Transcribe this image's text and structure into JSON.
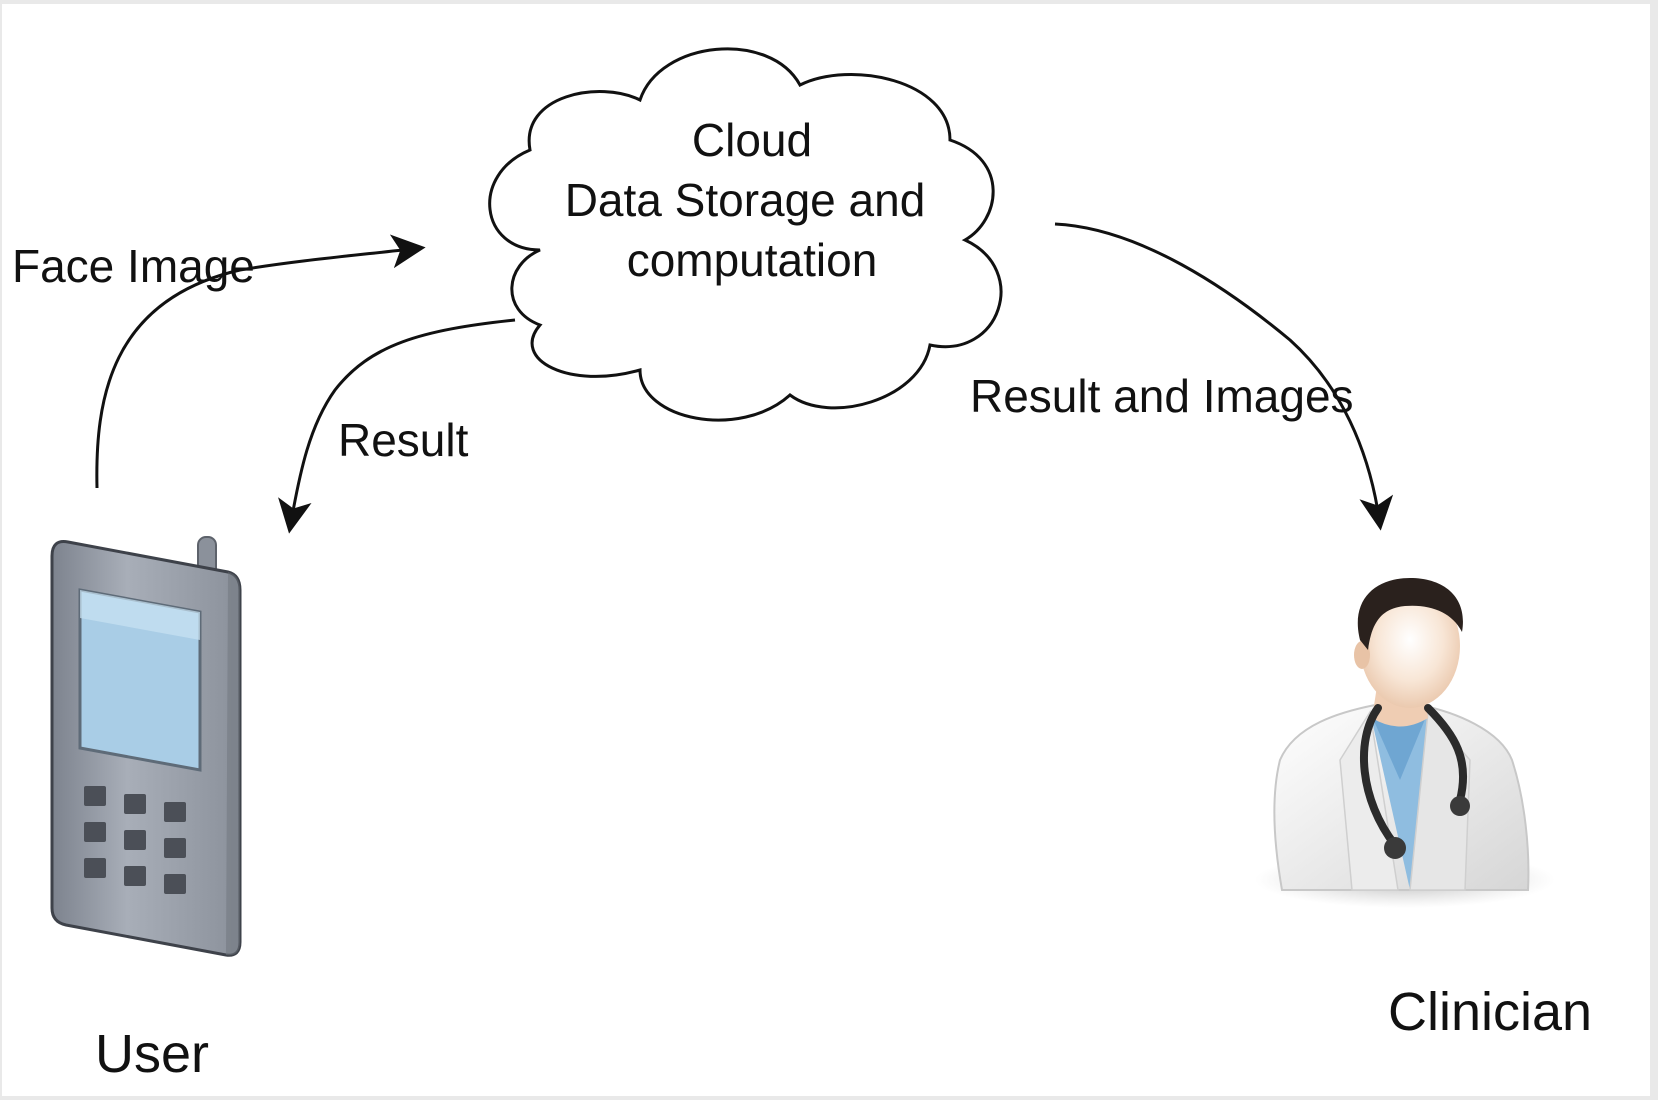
{
  "nodes": {
    "cloud": {
      "lines": [
        "Cloud",
        "Data Storage and",
        "computation"
      ],
      "icon": "cloud-icon"
    },
    "user": {
      "label": "User",
      "icon": "mobile-phone-icon"
    },
    "clinician": {
      "label": "Clinician",
      "icon": "doctor-icon"
    }
  },
  "edges": {
    "face_image": {
      "label": "Face Image",
      "from": "user",
      "to": "cloud"
    },
    "result": {
      "label": "Result",
      "from": "cloud",
      "to": "user"
    },
    "result_and_images": {
      "label": "Result and Images",
      "from": "cloud",
      "to": "clinician"
    }
  },
  "colors": {
    "line": "#111111",
    "phone_body": "#9aa0ab",
    "phone_screen": "#a9cde6",
    "phone_keys": "#4b4f57",
    "coat": "#eeeeee",
    "scrubs": "#8fbde0",
    "hair": "#2a211d",
    "skin": "#f4d9c4"
  }
}
